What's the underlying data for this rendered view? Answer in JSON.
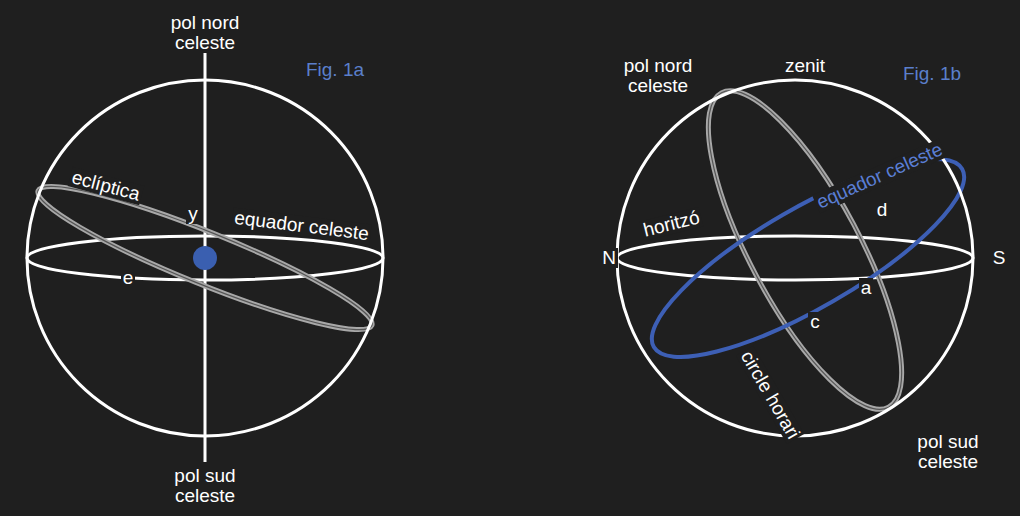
{
  "diagram": {
    "labels": [
      "pol nord celeste",
      "Fig. 1a",
      "eclíptica",
      "y",
      "equador celeste",
      "e",
      "pol sud celeste",
      "pol nord celeste",
      "zenit",
      "Fig. 1b",
      "equador celeste",
      "horitzó",
      "d",
      "N",
      "S",
      "a",
      "c",
      "circle horari",
      "pol sud celeste"
    ]
  }
}
